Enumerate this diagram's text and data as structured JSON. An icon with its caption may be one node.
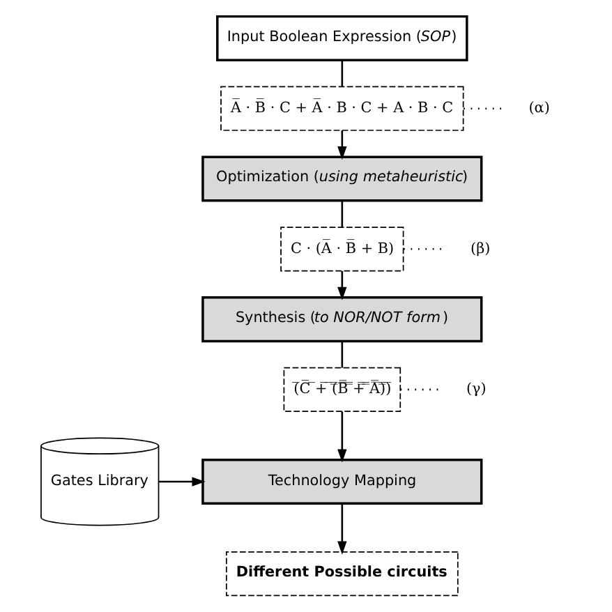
{
  "diagram": {
    "nodes": [
      {
        "text": [
          "Input Boolean Expression (*SOP*)"
        ]
      },
      {
        "text": [
          "A̅ · B̅ · C + A̅ · B · C + A · B · C"
        ]
      },
      {
        "text": [
          "Optimization (*using metaheuristic*)"
        ]
      },
      {
        "text": [
          "C · (A̅ · B̅ + B)"
        ]
      },
      {
        "text": [
          "Synthesis (*to NOR/NOT form*)"
        ]
      },
      {
        "text": [
          "(̅C̅ ̅+̅ ̅(̿B̿ ̿+̿ ̿A̿)̿)̅"
        ]
      },
      {
        "text": [
          "Technology Mapping"
        ]
      },
      {
        "text": [
          "Gates Library"
        ]
      },
      {
        "text": [
          "**Different Possible circuits**"
        ]
      },
      {
        "text": [
          "(α)"
        ]
      },
      {
        "text": [
          "(β)"
        ]
      },
      {
        "text": [
          "(γ)"
        ]
      }
    ],
    "edges": [
      {
        "from": 0,
        "to": 1,
        "arrow": "none"
      },
      {
        "from": 1,
        "to": 2,
        "arrow": "to"
      },
      {
        "from": 2,
        "to": 3,
        "arrow": "none"
      },
      {
        "from": 3,
        "to": 4,
        "arrow": "to"
      },
      {
        "from": 4,
        "to": 5,
        "arrow": "none"
      },
      {
        "from": 5,
        "to": 6,
        "arrow": "to"
      },
      {
        "from": 7,
        "to": 6,
        "arrow": "to"
      },
      {
        "from": 6,
        "to": 8,
        "arrow": "to"
      },
      {
        "from": 1,
        "to": 9,
        "arrow": "none",
        "style": "dashed"
      },
      {
        "from": 3,
        "to": 10,
        "arrow": "none",
        "style": "dashed"
      },
      {
        "from": 5,
        "to": 11,
        "arrow": "none",
        "style": "dashed"
      }
    ]
  }
}
